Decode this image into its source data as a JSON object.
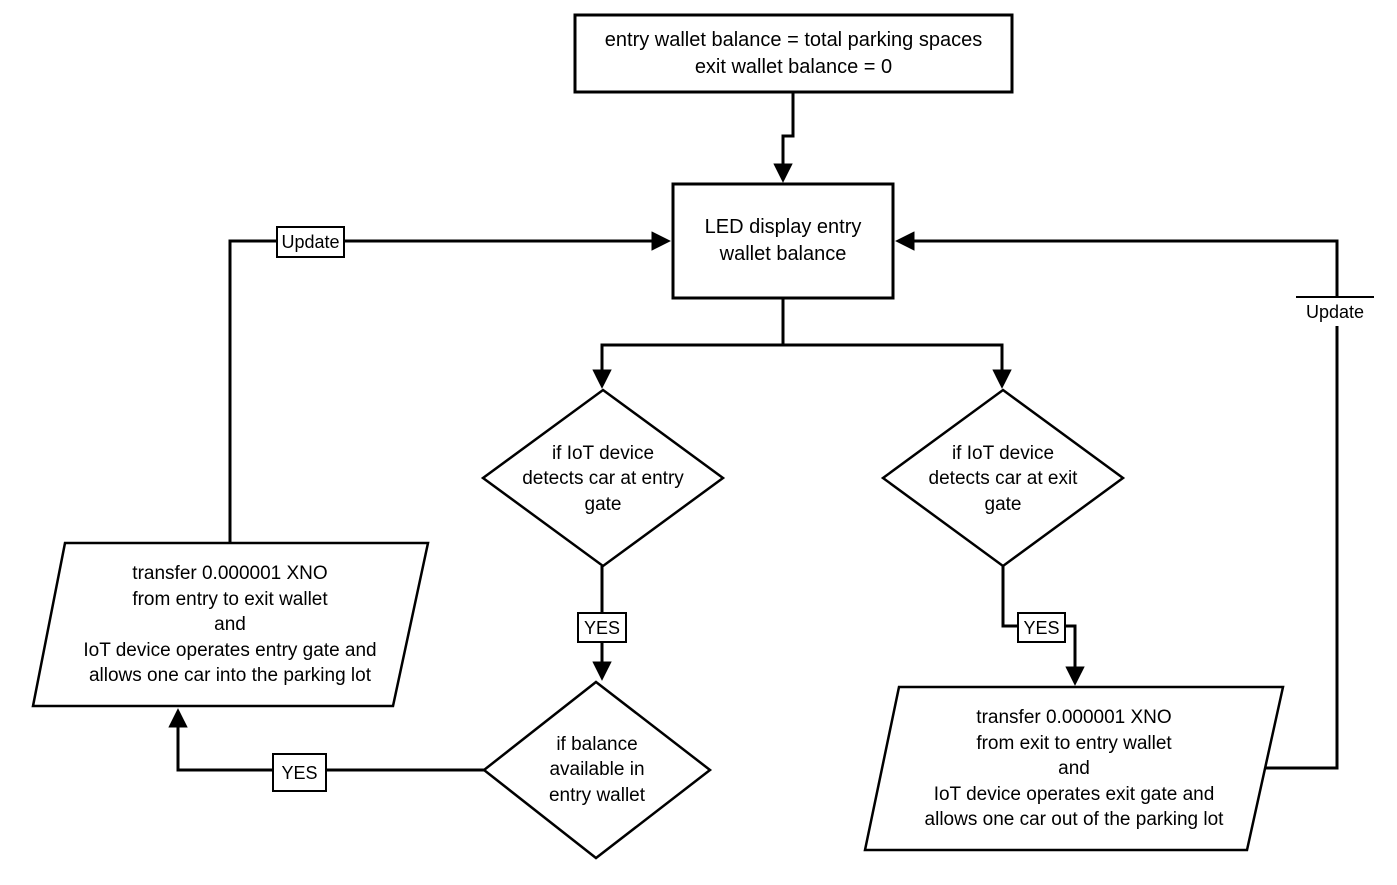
{
  "diagram": {
    "background": "#ffffff",
    "stroke_color": "#000000",
    "nodes": {
      "init": {
        "type": "process",
        "text": "entry wallet balance = total parking spaces\nexit wallet balance = 0"
      },
      "led": {
        "type": "process",
        "text": "LED display entry\nwallet balance"
      },
      "entry_detect": {
        "type": "decision",
        "text": "if IoT device\ndetects car at entry\ngate"
      },
      "exit_detect": {
        "type": "decision",
        "text": "if IoT device\ndetects car at exit\ngate"
      },
      "balance_check": {
        "type": "decision",
        "text": "if balance\navailable in\nentry wallet"
      },
      "entry_action": {
        "type": "input-output",
        "text": "transfer 0.000001 XNO\nfrom entry to exit wallet\nand\nIoT device operates entry gate and\nallows one car into the parking lot"
      },
      "exit_action": {
        "type": "input-output",
        "text": "transfer 0.000001 XNO\nfrom exit to entry wallet\nand\nIoT device operates exit gate and\nallows one car out of the parking lot"
      }
    },
    "labels": {
      "update_left": "Update",
      "update_right": "Update",
      "yes_entry": "YES",
      "yes_exit": "YES",
      "yes_balance": "YES"
    }
  }
}
